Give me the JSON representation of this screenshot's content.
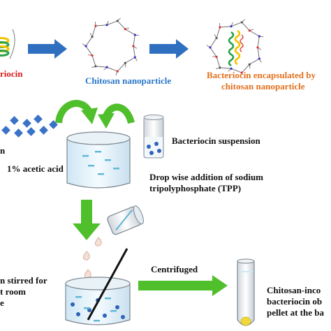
{
  "labels": {
    "bacteriocin_top": "riocin",
    "chitosan_nanoparticle": "Chitosan nanoparticle",
    "encapsulated_line1": "Bacteriocin encapsulated by",
    "encapsulated_line2": "chitosan nanoparticle",
    "left_cut": "n",
    "acetic_acid": "1% acetic acid",
    "bacteriocin_suspension": "Bacteriocin suspension",
    "dropwise_line1": "Drop wise addition of sodium",
    "dropwise_line2": "tripolyphosphate (TPP)",
    "stirred_line1": "n stirred for",
    "stirred_line2": "t room",
    "stirred_line3": "e",
    "centrifuged": "Centrifuged",
    "result_line1": "Chitosan-inco",
    "result_line2": "bacteriocin ob",
    "result_line3": "pellet at the ba"
  },
  "colors": {
    "arrow_blue": "#2f6fbf",
    "arrow_green": "#4fbf2c",
    "powder_blue": "#3a72c8",
    "liquid_cyan": "#8fd0e6",
    "pellet_yellow": "#f0d83a"
  },
  "icons": [
    "coiled-protein-icon",
    "chitosan-ring-icon",
    "encapsulated-ring-icon",
    "powder-icon",
    "beaker-icon",
    "test-tube-icon",
    "dropper-icon",
    "stir-rod-icon",
    "centrifuge-tube-icon"
  ]
}
